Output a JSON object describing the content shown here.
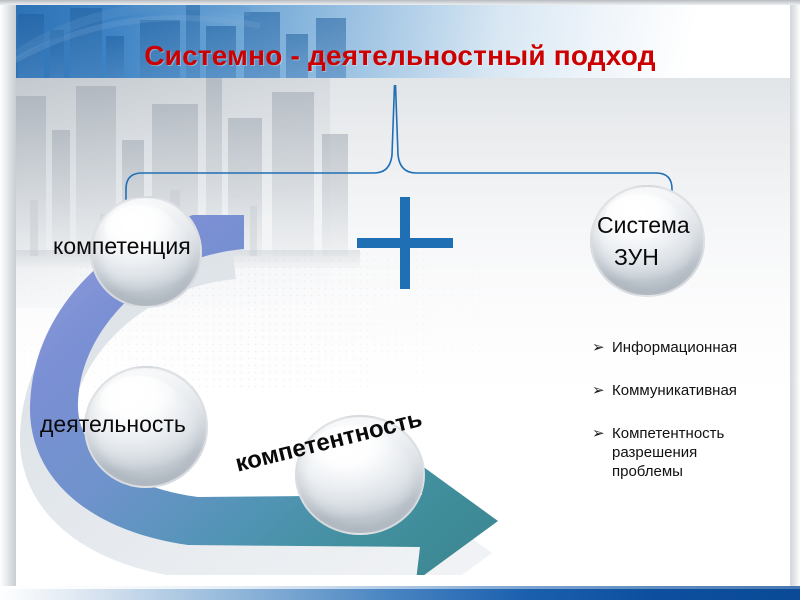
{
  "slide": {
    "title": "Системно - деятельностный подход",
    "title_color": "#CC0000",
    "accent_blue": "#1F6FB5",
    "teal": "#3d8a96",
    "periwinkle": "#7b8fd4"
  },
  "nodes": [
    {
      "id": "kompetenciya",
      "label": "компетенция"
    },
    {
      "id": "sistema-zun",
      "label_line1": "Система",
      "label_line2": "ЗУН"
    },
    {
      "id": "deyatelnost",
      "label": "деятельность"
    },
    {
      "id": "kompetentnost",
      "label": "компетентность"
    }
  ],
  "operator": {
    "name": "plus-sign",
    "symbol": "+"
  },
  "bullets": {
    "marker": "➢",
    "items": [
      {
        "lines": [
          "Информационная"
        ]
      },
      {
        "lines": [
          "Коммуникативная"
        ]
      },
      {
        "lines": [
          "Компетентность",
          "разрешения",
          "проблемы"
        ]
      }
    ]
  }
}
